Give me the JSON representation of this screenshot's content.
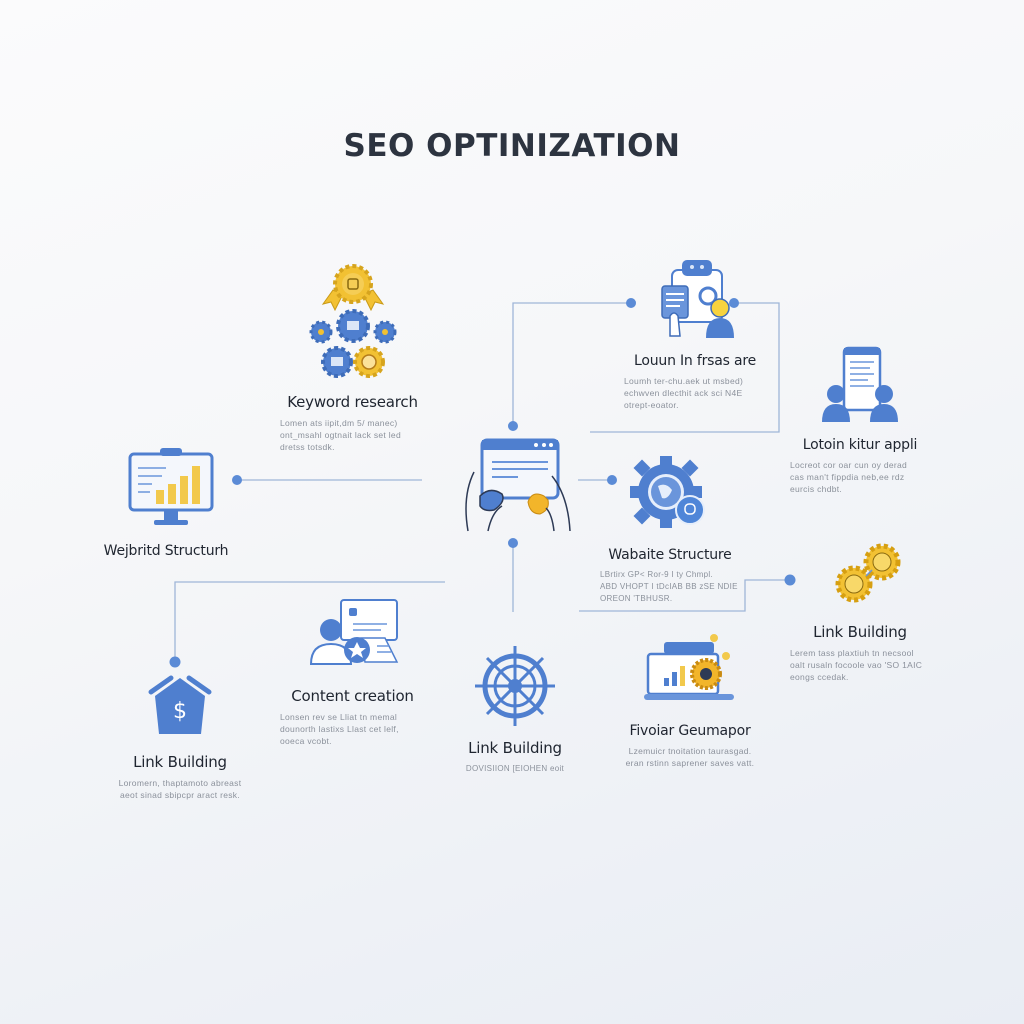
{
  "title": "SEO OPTINIZATION",
  "colors": {
    "accent_blue": "#4f7fcf",
    "light_blue": "#dbe6f7",
    "connector": "#9bb3d6",
    "dot": "#5b8bd6",
    "gold": "#f2c133",
    "text_dark": "#1f2530",
    "text_muted": "#8b919b"
  },
  "nodes": [
    {
      "id": "keyword-research",
      "icon": "gears-award-icon",
      "label": "Keyword research",
      "desc": [
        "Lomen ats iipit,dm 5/ manec)",
        "ont_msahl  ogtnait lack set led",
        "dretss totsdk."
      ]
    },
    {
      "id": "top-center",
      "icon": "document-user-icon",
      "label": "Louun In frsas are",
      "desc": [
        "Loumh ter-chu.aek ut msbed)",
        "echwven  dlecthit ack sci N4E",
        "otrept-eoator."
      ]
    },
    {
      "id": "right-top",
      "icon": "users-document-icon",
      "label": "Lotoin kitur appli",
      "desc": [
        "Locreot cor oar cun oy derad",
        "cas man't  fippdia neb,ee rdz",
        "eurcis chdbt."
      ]
    },
    {
      "id": "website-structure-left",
      "icon": "monitor-chart-icon",
      "label": "Wejbritd Structurh"
    },
    {
      "id": "center-hub",
      "icon": "tablet-hands-icon"
    },
    {
      "id": "website-structure-right",
      "icon": "gear-globe-icon",
      "label": "Wabaite Structure",
      "desc": [
        "LBrtirx GP< Ror-9 I ty Chmpl.",
        "ABD VHOPT  I tDcIAB BB zSE NDIE",
        "OREON 'TBHUSR."
      ]
    },
    {
      "id": "link-building-right",
      "icon": "gold-gears-icon",
      "label": "Link Building",
      "desc": [
        "Lerem tass plaxtiuh tn necsool",
        "oalt rusaln  focoole vao 'SO 1AIC",
        "eongs ccedak."
      ]
    },
    {
      "id": "link-building-left",
      "icon": "house-dollar-icon",
      "label": "Link Building",
      "desc": [
        "Loromern, thaptamoto abreast",
        "aeot sinad sbipcpr aract resk."
      ]
    },
    {
      "id": "content-creation",
      "icon": "people-document-icon",
      "label": "Content creation",
      "desc": [
        "Lonsen rev se Lliat tn memal",
        "dounorth  lastixs Llast cet lelf,",
        "ooeca vcobt."
      ]
    },
    {
      "id": "link-building-center",
      "icon": "ship-wheel-icon",
      "label": "Link Building",
      "desc": [
        "DOVISIION [EIOHEN eoit"
      ]
    },
    {
      "id": "fluorar-geumapor",
      "icon": "laptop-gear-icon",
      "label": "Fivoiar Geumapor",
      "desc": [
        "Lzemuicr tnoitation taurasgad.",
        "eran rstinn  saprener saves vatt."
      ]
    }
  ]
}
